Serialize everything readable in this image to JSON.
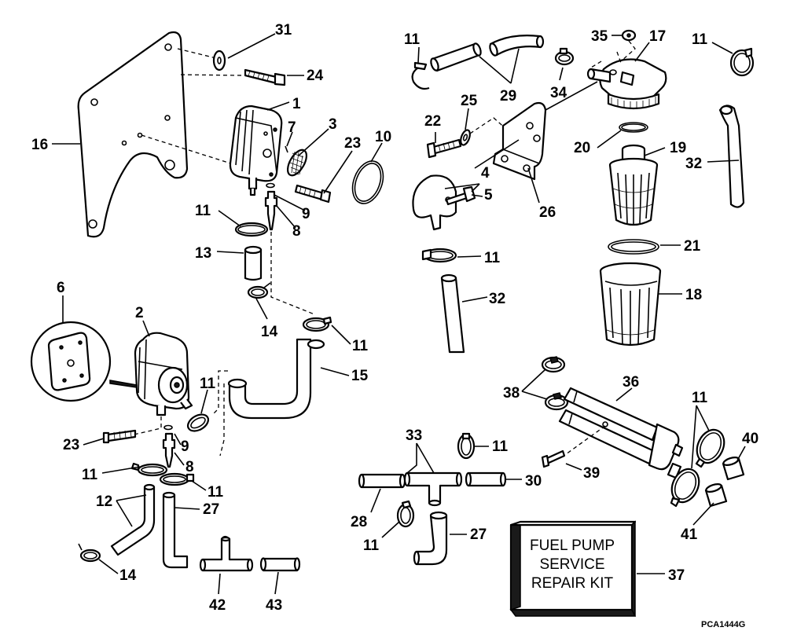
{
  "callouts": [
    "1",
    "2",
    "3",
    "4",
    "5",
    "6",
    "7",
    "8",
    "9",
    "10",
    "11",
    "12",
    "13",
    "14",
    "15",
    "16",
    "17",
    "18",
    "19",
    "20",
    "21",
    "22",
    "23",
    "24",
    "25",
    "26",
    "27",
    "28",
    "29",
    "30",
    "31",
    "32",
    "33",
    "34",
    "35",
    "36",
    "37",
    "38",
    "39",
    "40",
    "41",
    "42",
    "43"
  ],
  "kit_label": {
    "line1": "FUEL PUMP",
    "line2": "SERVICE",
    "line3": "REPAIR KIT"
  },
  "figure_code": "PCA1444G"
}
